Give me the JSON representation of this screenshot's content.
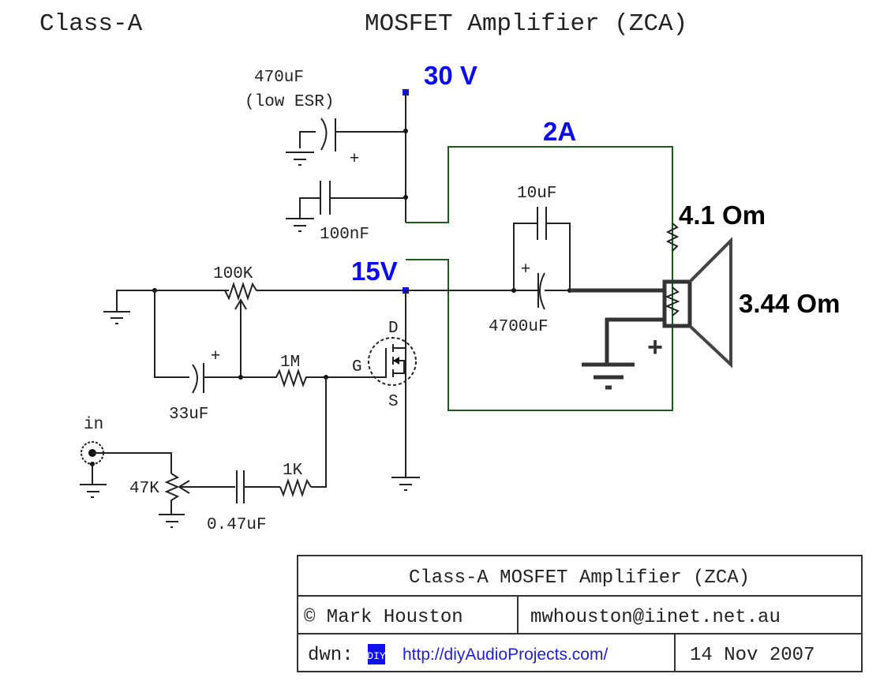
{
  "title": {
    "left": "Class-A",
    "right": "MOSFET Amplifier (ZCA)"
  },
  "annotations": {
    "supply_voltage": "30 V",
    "current": "2A",
    "drain_voltage": "15V",
    "resistor_ohms": "4.1 Om",
    "speaker_ohms": "3.44 Om"
  },
  "components": {
    "c_supply_bulk": "470uF",
    "c_supply_bulk_note": "(low ESR)",
    "c_supply_bypass": "100nF",
    "pot_bias": "100K",
    "c_bootstrap": "33uF",
    "r_gate": "1M",
    "input_label": "in",
    "pot_volume": "47K",
    "c_input": "0.47uF",
    "r_input": "1K",
    "c_out_film": "10uF",
    "c_out_electrolytic": "4700uF",
    "mosfet_drain": "D",
    "mosfet_gate": "G",
    "mosfet_source": "S",
    "plus_sign": "+"
  },
  "title_block": {
    "title": "Class-A MOSFET Amplifier (ZCA)",
    "author": "© Mark Houston",
    "email": "mwhouston@iinet.net.au",
    "drawn_label": "dwn:",
    "logo": "DIY",
    "url": "http://diyAudioProjects.com/",
    "date": "14 Nov 2007"
  },
  "colors": {
    "annotation_blue": "#0a0af0",
    "annotation_wire_green": "#1d5a1d",
    "wire": "#222222"
  }
}
